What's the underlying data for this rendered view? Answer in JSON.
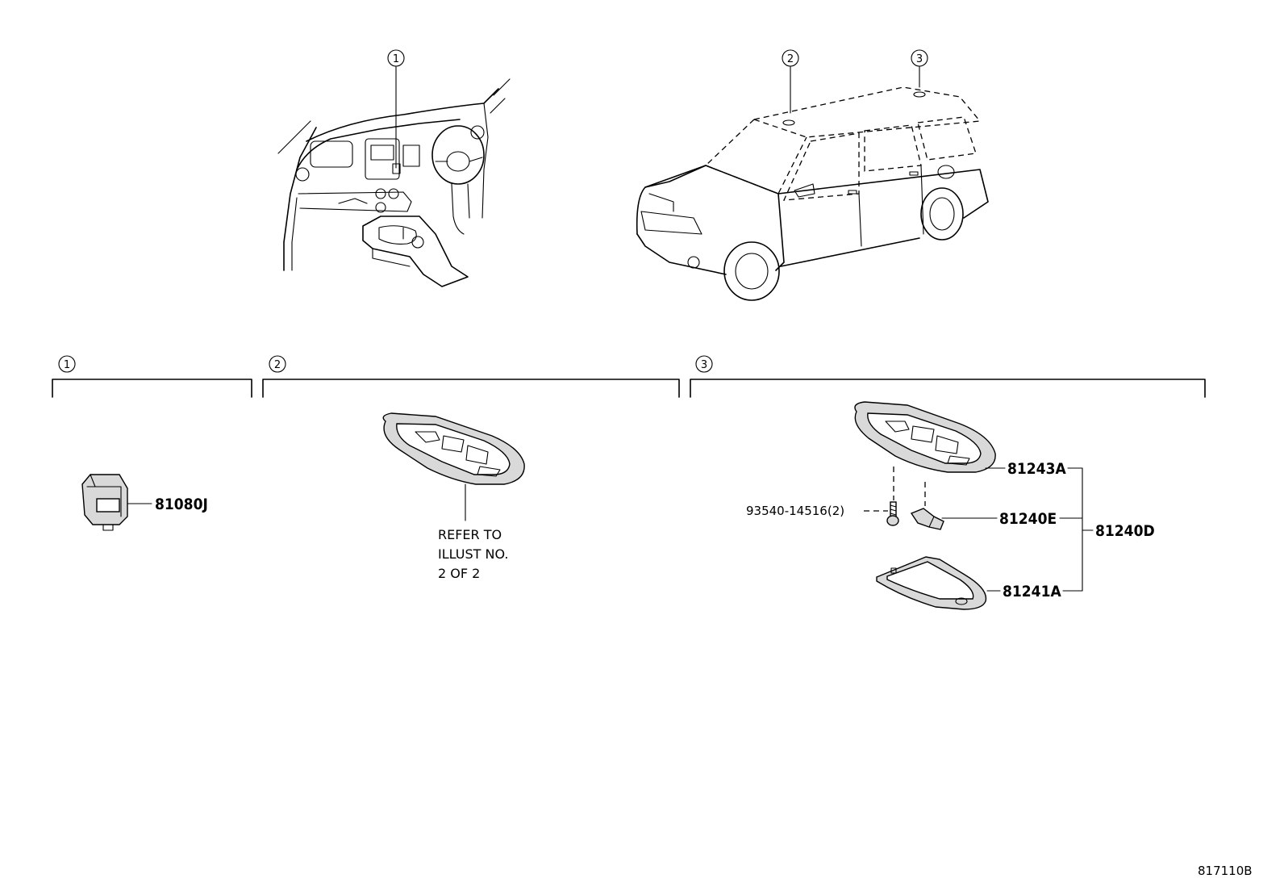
{
  "callouts": [
    "1",
    "2",
    "3"
  ],
  "sections": [
    {
      "number": "1"
    },
    {
      "number": "2"
    },
    {
      "number": "3"
    }
  ],
  "parts": {
    "switch": "81080J",
    "refer_line1": "REFER TO",
    "refer_line2": "ILLUST NO.",
    "refer_line3": "2 OF 2",
    "housing": "81243A",
    "screw": "93540-14516(2)",
    "bulb": "81240E",
    "assembly": "81240D",
    "lens": "81241A"
  },
  "illustration_code": "817110B"
}
